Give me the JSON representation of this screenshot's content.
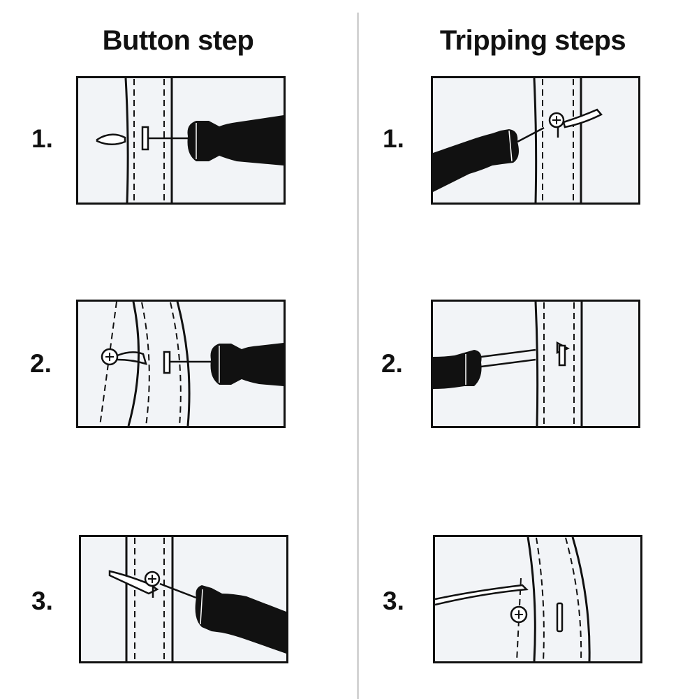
{
  "headings": {
    "button_step": "Button step",
    "tripping_steps": "Tripping steps"
  },
  "step_labels": [
    "1.",
    "2.",
    "3."
  ],
  "colors": {
    "ink": "#111111",
    "panel_fill": "#f2f4f7",
    "divider": "#d4d4d4"
  }
}
